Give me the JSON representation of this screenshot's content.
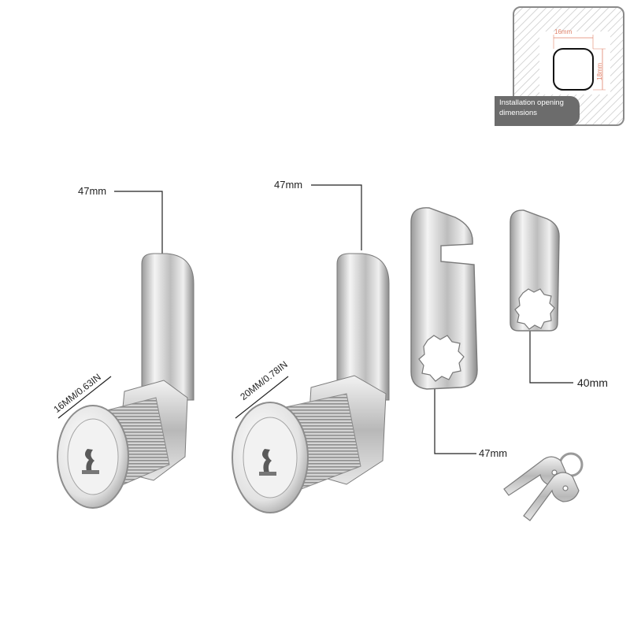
{
  "inset": {
    "width_label": "16mm",
    "height_label": "18mm",
    "caption_line1": "Installation opening",
    "caption_line2": "dimensions"
  },
  "labels": {
    "lock1_cam_length": "47mm",
    "lock2_cam_length": "47mm",
    "lock1_diameter": "16MM/0.63IN",
    "lock2_diameter": "20MM/0.78IN",
    "hook_cam_length": "47mm",
    "flat_cam_length": "40mm"
  }
}
